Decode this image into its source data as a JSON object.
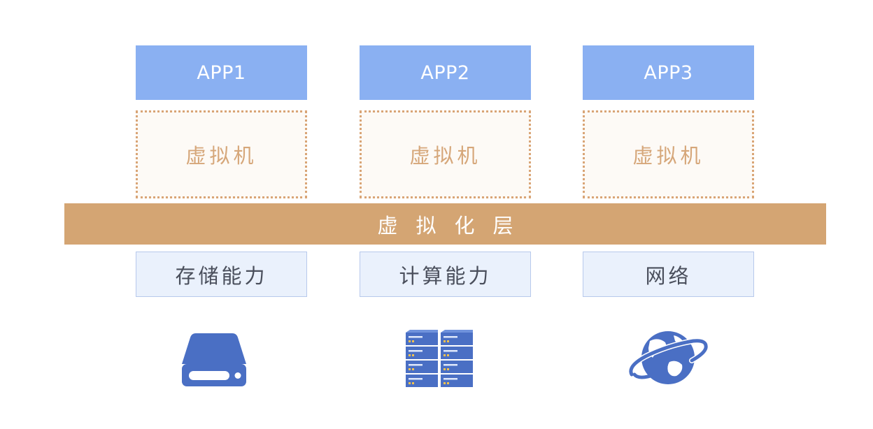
{
  "apps": [
    {
      "label": "APP1"
    },
    {
      "label": "APP2"
    },
    {
      "label": "APP3"
    }
  ],
  "vms": [
    {
      "label": "虚拟机"
    },
    {
      "label": "虚拟机"
    },
    {
      "label": "虚拟机"
    }
  ],
  "virtualization_layer": {
    "label": "虚拟化层"
  },
  "resources": [
    {
      "label": "存储能力",
      "icon": "hard-drive-icon"
    },
    {
      "label": "计算能力",
      "icon": "server-rack-icon"
    },
    {
      "label": "网络",
      "icon": "globe-planet-icon"
    }
  ],
  "colors": {
    "app_fill": "#8ab0f2",
    "vm_border": "#d9a576",
    "vm_text": "#d6a77a",
    "layer_fill": "#d4a573",
    "resource_fill": "#eaf1fc",
    "resource_border": "#b7c9ec",
    "icon_blue": "#4a6fc4"
  }
}
